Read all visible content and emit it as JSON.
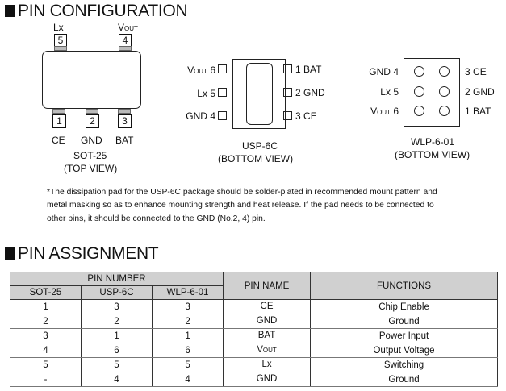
{
  "pin_configuration": {
    "title": "PIN CONFIGURATION",
    "sot25": {
      "top_pins": [
        {
          "num": "5",
          "label_main": "Lx",
          "label_sub": ""
        },
        {
          "num": "4",
          "label_main": "V",
          "label_sub": "OUT"
        }
      ],
      "bottom_pins": [
        {
          "num": "1",
          "label": "CE"
        },
        {
          "num": "2",
          "label": "GND"
        },
        {
          "num": "3",
          "label": "BAT"
        }
      ],
      "name": "SOT-25",
      "view": "(TOP VIEW)"
    },
    "usp6c": {
      "left_pins": [
        {
          "num": "6",
          "label_main": "V",
          "label_sub": "OUT"
        },
        {
          "num": "5",
          "label_main": "Lx",
          "label_sub": ""
        },
        {
          "num": "4",
          "label_main": "GND",
          "label_sub": ""
        }
      ],
      "right_pins": [
        {
          "num": "1",
          "label": "BAT"
        },
        {
          "num": "2",
          "label": "GND"
        },
        {
          "num": "3",
          "label": "CE"
        }
      ],
      "name": "USP-6C",
      "view": "(BOTTOM VIEW)"
    },
    "wlp": {
      "left_pins": [
        {
          "label_main": "GND",
          "label_sub": "",
          "num": "4"
        },
        {
          "label_main": "Lx",
          "label_sub": "",
          "num": "5"
        },
        {
          "label_main": "V",
          "label_sub": "OUT",
          "num": "6"
        }
      ],
      "right_pins": [
        {
          "num": "3",
          "label": "CE"
        },
        {
          "num": "2",
          "label": "GND"
        },
        {
          "num": "1",
          "label": "BAT"
        }
      ],
      "name": "WLP-6-01",
      "view": "(BOTTOM VIEW)"
    },
    "note_lines": [
      "*The dissipation pad for the USP-6C package should be solder-plated in recommended mount pattern and",
      "metal masking so as to enhance mounting strength and heat release.   If the pad needs to be connected to",
      "other pins, it should be connected to the GND (No.2, 4) pin."
    ]
  },
  "pin_assignment": {
    "title": "PIN ASSIGNMENT",
    "headers": {
      "pin_number": "PIN NUMBER",
      "sot25": "SOT-25",
      "usp6c": "USP-6C",
      "wlp": "WLP-6-01",
      "pin_name": "PIN NAME",
      "functions": "FUNCTIONS"
    },
    "rows": [
      {
        "sot25": "1",
        "usp6c": "3",
        "wlp": "3",
        "name_main": "CE",
        "name_sub": "",
        "function": "Chip Enable"
      },
      {
        "sot25": "2",
        "usp6c": "2",
        "wlp": "2",
        "name_main": "GND",
        "name_sub": "",
        "function": "Ground"
      },
      {
        "sot25": "3",
        "usp6c": "1",
        "wlp": "1",
        "name_main": "BAT",
        "name_sub": "",
        "function": "Power Input"
      },
      {
        "sot25": "4",
        "usp6c": "6",
        "wlp": "6",
        "name_main": "V",
        "name_sub": "OUT",
        "function": "Output Voltage"
      },
      {
        "sot25": "5",
        "usp6c": "5",
        "wlp": "5",
        "name_main": "Lx",
        "name_sub": "",
        "function": "Switching"
      },
      {
        "sot25": "-",
        "usp6c": "4",
        "wlp": "4",
        "name_main": "GND",
        "name_sub": "",
        "function": "Ground"
      }
    ]
  }
}
